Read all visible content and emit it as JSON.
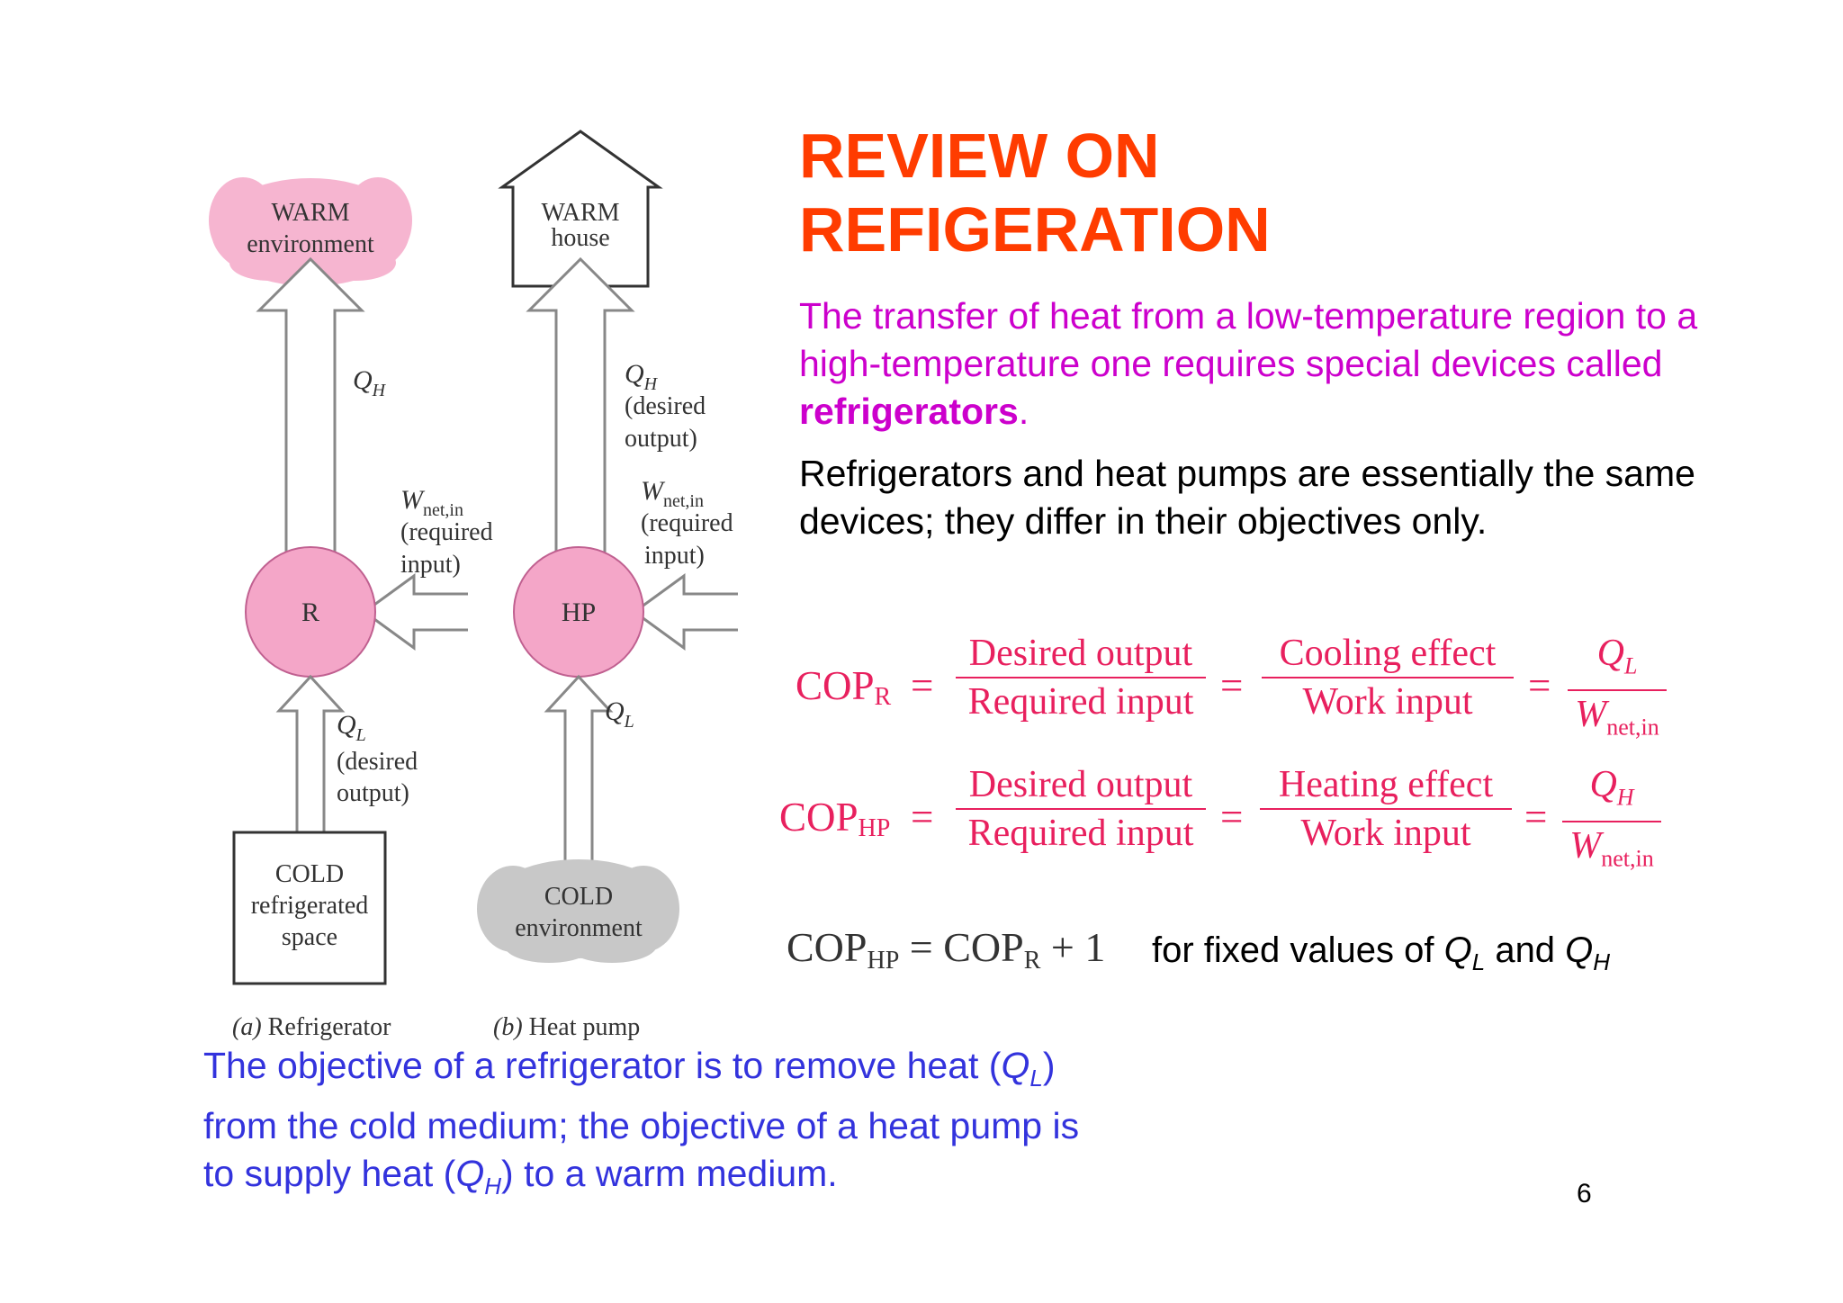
{
  "slide": {
    "title_line1": "REVIEW ON",
    "title_line2": "REFIGERATION",
    "para1_text": "The transfer of heat from a low-temperature region to a high-temperature one requires special devices called ",
    "para1_bold": "refrigerators",
    "para1_end": ".",
    "para2": "Refrigerators and heat pumps are essentially the same devices; they differ in their objectives only.",
    "page_number": "6"
  },
  "diagram": {
    "refrigerator": {
      "warm_label_1": "WARM",
      "warm_label_2": "environment",
      "qh_label": "Q",
      "qh_sub": "H",
      "w_label": "W",
      "w_sub": "net,in",
      "w_note_1": "(required",
      "w_note_2": "input)",
      "device": "R",
      "ql_label": "Q",
      "ql_sub": "L",
      "ql_note_1": "(desired",
      "ql_note_2": "output)",
      "cold_label_1": "COLD",
      "cold_label_2": "refrigerated",
      "cold_label_3": "space",
      "caption_letter": "(a)",
      "caption": "Refrigerator"
    },
    "heat_pump": {
      "warm_label_1": "WARM",
      "warm_label_2": "house",
      "qh_label": "Q",
      "qh_sub": "H",
      "qh_note_1": "(desired",
      "qh_note_2": "output)",
      "w_label": "W",
      "w_sub": "net,in",
      "w_note_1": "(required",
      "w_note_2": "input)",
      "device": "HP",
      "ql_label": "Q",
      "ql_sub": "L",
      "cold_label_1": "COLD",
      "cold_label_2": "environment",
      "caption_letter": "(b)",
      "caption": "Heat pump"
    },
    "colors": {
      "device_fill": "#f4a6c8",
      "warm_cloud": "#f6b5d0",
      "cold_cloud": "#c8c8c8",
      "arrow_stroke": "#888888"
    }
  },
  "equations": {
    "cop_r": {
      "lhs": "COP",
      "lhs_sub": "R",
      "f1_num": "Desired output",
      "f1_den": "Required input",
      "f2_num": "Cooling effect",
      "f2_den": "Work input",
      "f3_num": "Q",
      "f3_num_sub": "L",
      "f3_den": "W",
      "f3_den_sub": "net,in"
    },
    "cop_hp": {
      "lhs": "COP",
      "lhs_sub": "HP",
      "f1_num": "Desired output",
      "f1_den": "Required input",
      "f2_num": "Heating effect",
      "f2_den": "Work input",
      "f3_num": "Q",
      "f3_num_sub": "H",
      "f3_den": "W",
      "f3_den_sub": "net,in"
    },
    "relation": {
      "left": "COP",
      "left_sub": "HP",
      "eq": "=",
      "right": "COP",
      "right_sub": "R",
      "plus_one": "+ 1",
      "note_prefix": "for fixed values of ",
      "note_q1": "Q",
      "note_q1_sub": "L",
      "note_and": " and ",
      "note_q2": "Q",
      "note_q2_sub": "H"
    },
    "equals_sign": "="
  },
  "objective": {
    "part1": "The objective of a refrigerator is to remove heat (",
    "q1": "Q",
    "q1_sub": "L",
    "part2": ") from the cold medium; the objective of a heat pump is to supply heat (",
    "q2": "Q",
    "q2_sub": "H",
    "part3": ") to a warm medium."
  }
}
